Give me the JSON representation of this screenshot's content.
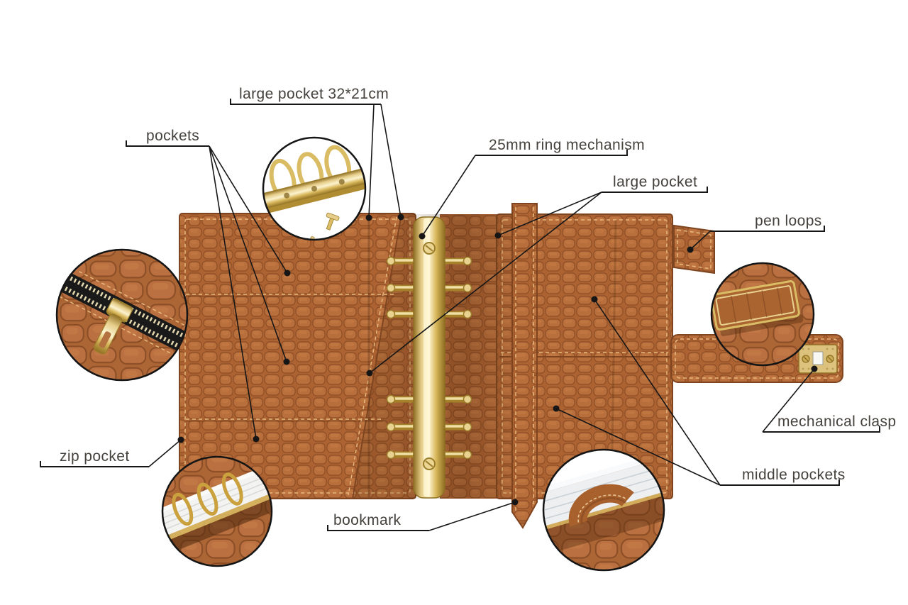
{
  "callouts": {
    "large_pocket_size": "large pocket 32*21cm",
    "pockets": "pockets",
    "ring_mechanism": "25mm ring mechanism",
    "large_pocket": "large pocket",
    "pen_loops": "pen loops",
    "zip_pocket": "zip pocket",
    "mechanical_clasp": "mechanical clasp",
    "bookmark": "bookmark",
    "middle_pockets": "middle pockets"
  },
  "colors": {
    "background": "#ffffff",
    "label_text": "#45413c",
    "line": "#161616",
    "leather": "#ad6231",
    "leather_dark": "#7e4520",
    "stitch": "#e8b97e",
    "gold": "#d3ac4a"
  }
}
